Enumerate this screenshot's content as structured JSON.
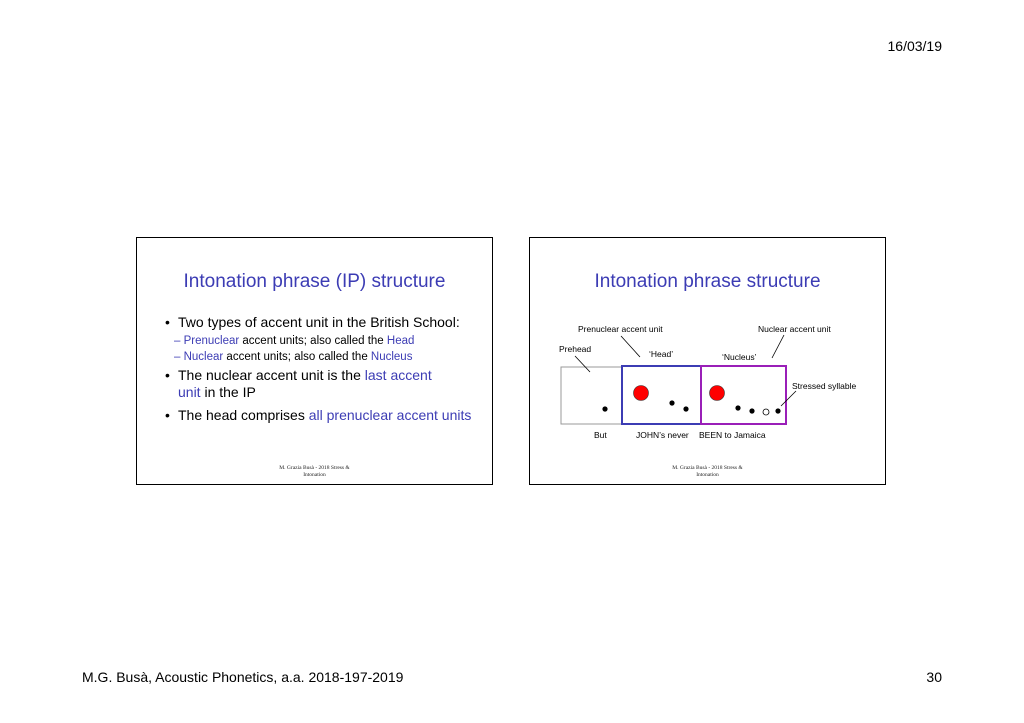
{
  "page": {
    "date": "16/03/19",
    "footer_left": "M.G. Busà, Acoustic Phonetics, a.a. 2018-197-2019",
    "page_number": "30"
  },
  "slide1": {
    "title": "Intonation phrase (IP) structure",
    "bullet_mark": "•",
    "b1": "Two types of accent unit in the British School:",
    "sub1": {
      "dash": "– ",
      "colored": "Prenuclear",
      "mid": " accent units; also called the ",
      "tail": "Head"
    },
    "sub2": {
      "dash": "– ",
      "colored": "Nuclear",
      "mid": " accent units; also called the ",
      "tail": "Nucleus"
    },
    "b2": {
      "pre": "The nuclear accent unit is the ",
      "colored1": "last accent",
      "colored2": "unit",
      "post": " in the IP"
    },
    "b3": {
      "pre": "The head comprises ",
      "colored": "all prenuclear accent units"
    },
    "footer_line1": "M. Grazia Busà - 2018 Stress &",
    "footer_line2": "Intonation"
  },
  "slide2": {
    "title": "Intonation phrase structure",
    "labels": {
      "prenuclear": "Prenuclear accent unit",
      "nuclear": "Nuclear accent unit",
      "prehead": "Prehead",
      "head": "‘Head’",
      "nucleus": "‘Nucleus’",
      "stressed": "Stressed syllable",
      "but": "But",
      "john": "JOHN’s never",
      "been": "BEEN to Jamaica"
    },
    "colors": {
      "head_box": "#3c3cb4",
      "nucleus_box": "#9a1fb8",
      "accent_dot": "#ff0000"
    },
    "footer_line1": "M. Grazia Busà - 2018 Stress &",
    "footer_line2": "Intonation"
  }
}
